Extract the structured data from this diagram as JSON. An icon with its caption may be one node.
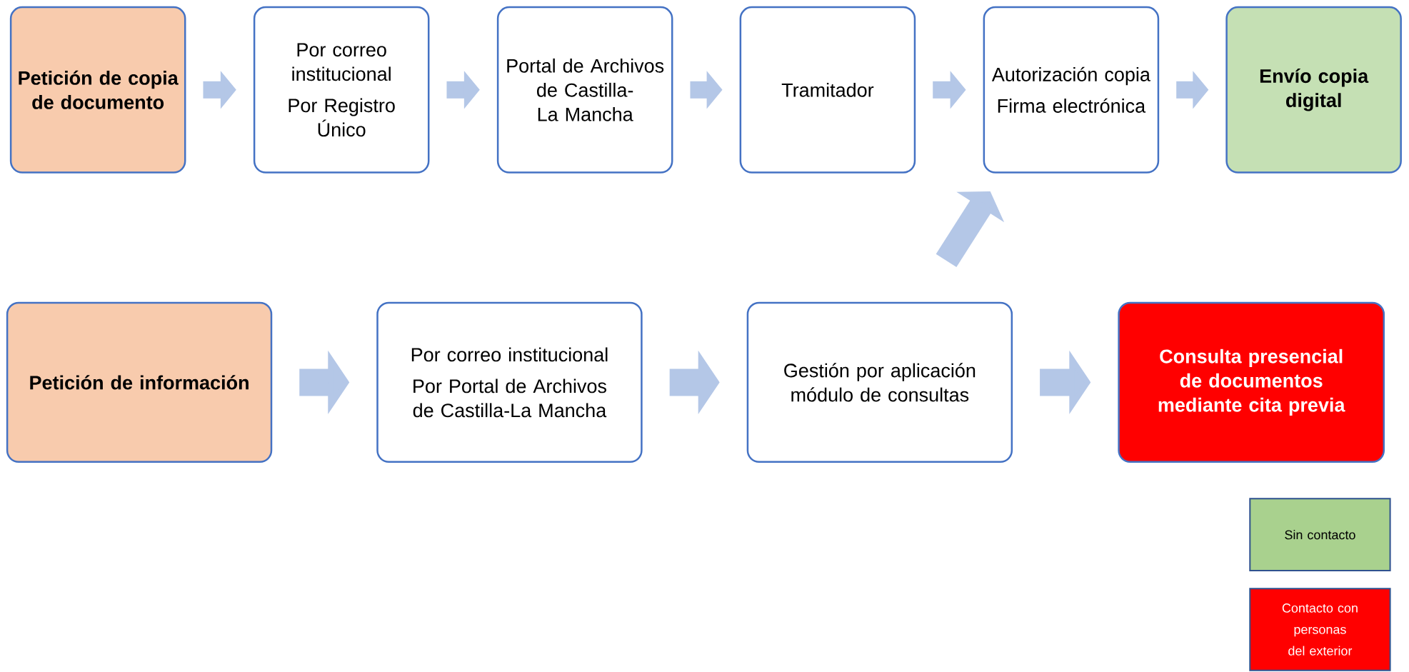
{
  "diagram": {
    "nodes": [
      {
        "text": [
          "Petición de copia de documento"
        ]
      },
      {
        "text": [
          "Por correo institucional",
          "Por Registro Único"
        ]
      },
      {
        "text": [
          "Portal de Archivos de Castilla-La Mancha"
        ]
      },
      {
        "text": [
          "Tramitador"
        ]
      },
      {
        "text": [
          "Autorización copia",
          "Firma electrónica"
        ]
      },
      {
        "text": [
          "Envío copia digital"
        ]
      },
      {
        "text": [
          "Petición de información"
        ]
      },
      {
        "text": [
          "Por correo institucional",
          "Por Portal de Archivos de Castilla-La Mancha"
        ]
      },
      {
        "text": [
          "Gestión por aplicación módulo de consultas"
        ]
      },
      {
        "text": [
          "Consulta presencial de documentos mediante cita previa"
        ]
      }
    ],
    "edges": [
      {
        "from": 0,
        "to": 1,
        "arrow": "to"
      },
      {
        "from": 1,
        "to": 2,
        "arrow": "to"
      },
      {
        "from": 2,
        "to": 3,
        "arrow": "to"
      },
      {
        "from": 3,
        "to": 4,
        "arrow": "to"
      },
      {
        "from": 4,
        "to": 5,
        "arrow": "to"
      },
      {
        "from": 6,
        "to": 7,
        "arrow": "to"
      },
      {
        "from": 7,
        "to": 8,
        "arrow": "to"
      },
      {
        "from": 8,
        "to": 9,
        "arrow": "to"
      },
      {
        "from": 8,
        "to": 4,
        "arrow": "to"
      }
    ],
    "legend": [
      {
        "text": "Sin contacto",
        "color": "#a9d18e"
      },
      {
        "text": "Contacto con personas del exterior",
        "color": "#ff0000"
      }
    ]
  }
}
